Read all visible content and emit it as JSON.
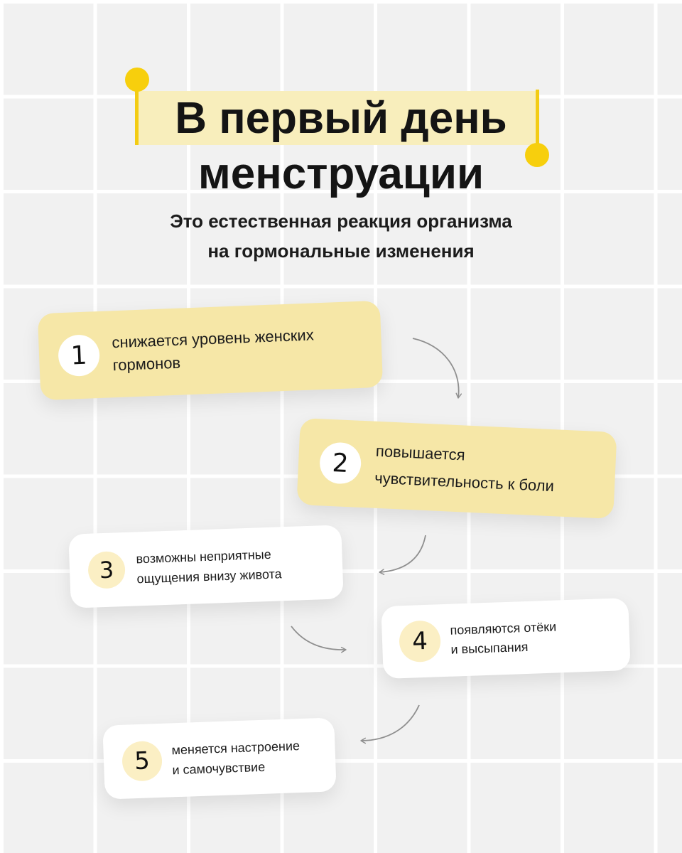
{
  "title": {
    "line1": "В первый день",
    "line2": "менструации"
  },
  "subtitle": {
    "line1": "Это естественная реакция организма",
    "line2": "на гормональные изменения"
  },
  "steps": [
    {
      "number": "1",
      "line1": "снижается уровень женских",
      "line2": "гормонов"
    },
    {
      "number": "2",
      "line1": "повышается",
      "line2": "чувствительность к боли"
    },
    {
      "number": "3",
      "line1": "возможны неприятные",
      "line2": "ощущения внизу живота"
    },
    {
      "number": "4",
      "line1": "появляются отёки",
      "line2": "и высыпания"
    },
    {
      "number": "5",
      "line1": "меняется настроение",
      "line2": "и самочувствие"
    }
  ],
  "colors": {
    "accent_yellow": "#f7cf0d",
    "card_yellow": "#f6e7a7",
    "highlight": "#f8eebc",
    "arrow": "#8f8f8f"
  }
}
